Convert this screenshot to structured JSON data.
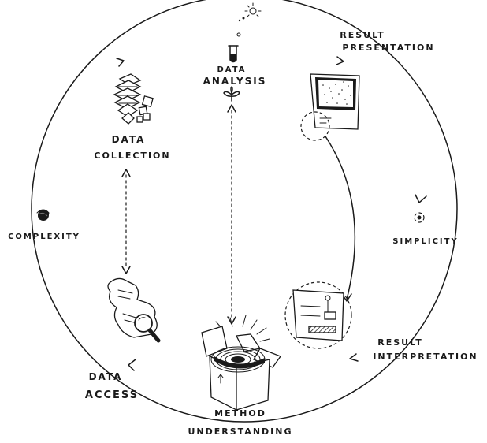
{
  "diagram": {
    "stages": {
      "data_collection": {
        "line1": "DATA",
        "line2": "COLLECTION"
      },
      "data_analysis": {
        "line1": "DATA",
        "line2": "ANALYSIS"
      },
      "result_presentation": {
        "line1": "RESULT",
        "line2": "PRESENTATION"
      },
      "simplicity": {
        "label": "SIMPLICITY"
      },
      "result_interpretation": {
        "line1": "RESULT",
        "line2": "INTERPRETATION"
      },
      "method_understanding": {
        "line1": "METHOD",
        "line2": "UNDERSTANDING"
      },
      "data_access": {
        "line1": "DATA",
        "line2": "ACCESS"
      },
      "complexity": {
        "label": "COMPLEXITY"
      }
    },
    "colors": {
      "ink": "#1a1a1a",
      "background": "#ffffff",
      "shade": "#777777"
    },
    "icons": [
      "sparkle-icon",
      "test-tube-icon",
      "sprout-icon",
      "paper-stack-icon",
      "cubes-icon",
      "framed-picture-icon",
      "document-chart-icon",
      "scroll-magnifier-icon",
      "open-box-icon",
      "scribble-ball-icon",
      "dot-circle-icon"
    ]
  }
}
